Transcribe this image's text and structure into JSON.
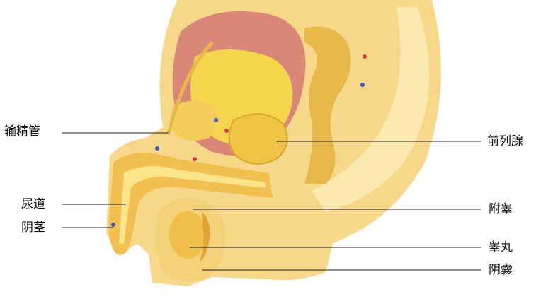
{
  "labels": {
    "vas_deferens": "输精管",
    "prostate": "前列腺",
    "urethra": "尿道",
    "epididymis": "附睾",
    "penis": "阴茎",
    "testis": "睾丸",
    "scrotum": "阴囊"
  },
  "colors": {
    "background": "#ffffff",
    "skin_light": "#fbe69a",
    "skin_mid": "#f2c85e",
    "skin_dark": "#e0a43c",
    "tissue_yellow": "#f7d85a",
    "muscle_red": "#d97a7a",
    "vessel_red": "#d23a3a",
    "vessel_blue": "#3d5cc4",
    "leader_line": "#222222"
  }
}
